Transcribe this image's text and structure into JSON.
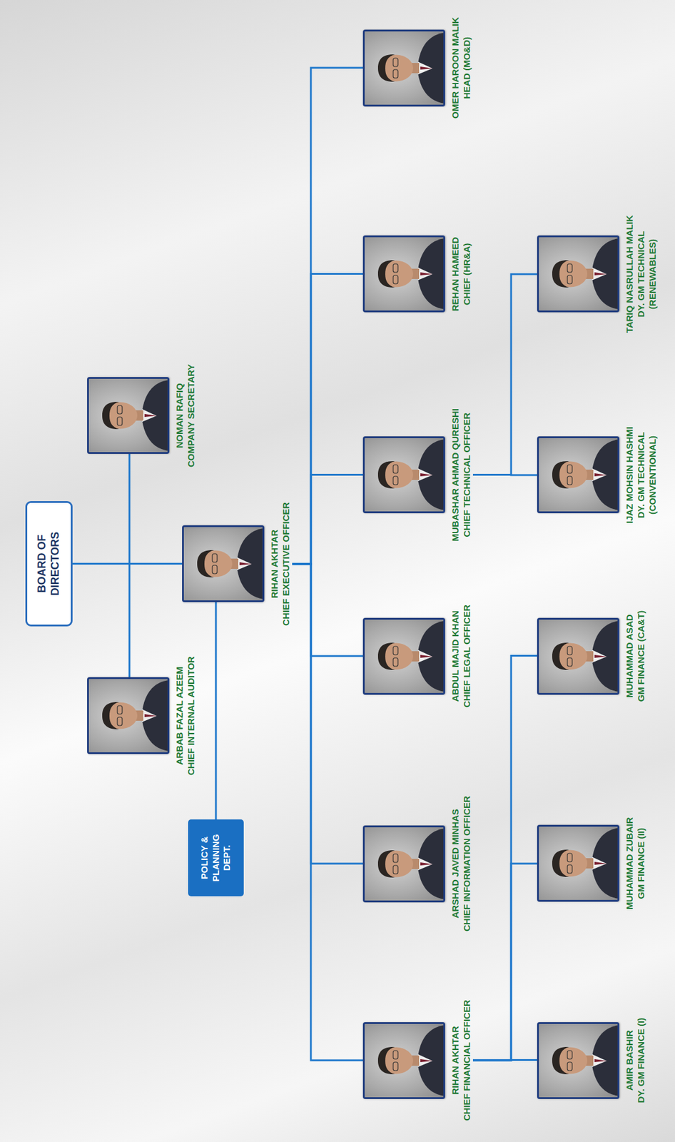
{
  "diagram": {
    "nodes": [
      {
        "text": [
          "BOARD OF DIRECTORS"
        ]
      },
      {
        "text": [
          "ARBAB FAZAL AZEEM",
          "CHIEF INTERNAL AUDITOR"
        ]
      },
      {
        "text": [
          "NOMAN RAFIQ",
          "COMPANY SECRETARY"
        ]
      },
      {
        "text": [
          "RIHAN AKHTAR",
          "CHIEF EXECUTIVE OFFICER"
        ]
      },
      {
        "text": [
          "POLICY & PLANNING DEPT."
        ]
      },
      {
        "text": [
          "RIHAN AKHTAR",
          "CHIEF FINANCIAL OFFICER"
        ]
      },
      {
        "text": [
          "ARSHAD JAVED MINHAS",
          "CHIEF INFORMATION OFFICER"
        ]
      },
      {
        "text": [
          "ABDUL MAJID KHAN",
          "CHIEF LEGAL OFFICER"
        ]
      },
      {
        "text": [
          "MUBASHAR AHMAD QURESHI",
          "CHIEF TECHNICAL OFFICER"
        ]
      },
      {
        "text": [
          "REHAN HAMEED",
          "CHIEF (HR&A)"
        ]
      },
      {
        "text": [
          "OMER HAROON MALIK",
          "HEAD (MO&D)"
        ]
      },
      {
        "text": [
          "AMIR BASHIR",
          "DY. GM FINANCE (I)"
        ]
      },
      {
        "text": [
          "MUHAMMAD ZUBAIR",
          "GM FINANCE (II)"
        ]
      },
      {
        "text": [
          "MUHAMMAD ASAD",
          "GM FINANCE (CA&T)"
        ]
      },
      {
        "text": [
          "IJAZ MOHSIN HASHMI",
          "DY. GM TECHNICAL (CONVENTIONAL)"
        ]
      },
      {
        "text": [
          "TARIQ NASRULLAH MALIK",
          "DY. GM TECHNICAL (RENEWABLES)"
        ]
      }
    ],
    "edges": [
      {
        "from": 0,
        "to": 1,
        "arrow": "none"
      },
      {
        "from": 0,
        "to": 2,
        "arrow": "none"
      },
      {
        "from": 0,
        "to": 3,
        "arrow": "none"
      },
      {
        "from": 3,
        "to": 4,
        "arrow": "none"
      },
      {
        "from": 3,
        "to": 5,
        "arrow": "none"
      },
      {
        "from": 3,
        "to": 6,
        "arrow": "none"
      },
      {
        "from": 3,
        "to": 7,
        "arrow": "none"
      },
      {
        "from": 3,
        "to": 8,
        "arrow": "none"
      },
      {
        "from": 3,
        "to": 9,
        "arrow": "none"
      },
      {
        "from": 3,
        "to": 10,
        "arrow": "none"
      },
      {
        "from": 5,
        "to": 11,
        "arrow": "none"
      },
      {
        "from": 5,
        "to": 12,
        "arrow": "none"
      },
      {
        "from": 5,
        "to": 13,
        "arrow": "none"
      },
      {
        "from": 8,
        "to": 14,
        "arrow": "none"
      },
      {
        "from": 8,
        "to": 15,
        "arrow": "none"
      }
    ]
  }
}
